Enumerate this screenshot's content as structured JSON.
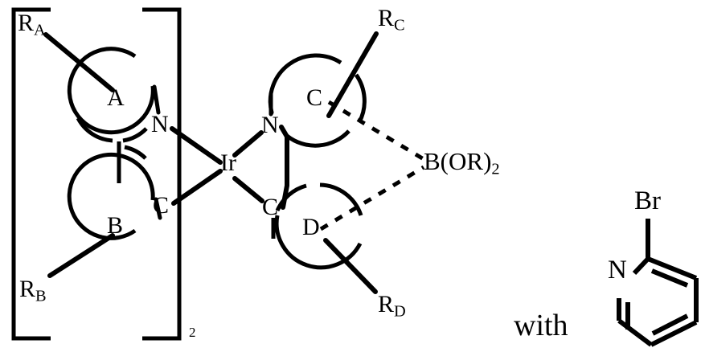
{
  "figure": {
    "type": "chemical-structure-diagram",
    "description": "Bis-cyclometalated iridium complex bracket formula with bidentate boronate-bearing ligand, plus 2-bromopyridine reagent",
    "line_color": "#000000",
    "background_color": "#ffffff"
  },
  "complex": {
    "bracket_subscript": "2",
    "metal": "Ir",
    "left_ligand": {
      "donor_top": "N",
      "donor_bottom": "C",
      "ring_top_letter": "A",
      "ring_bottom_letter": "B",
      "substituent_top": "R",
      "substituent_top_sub": "A",
      "substituent_bottom": "R",
      "substituent_bottom_sub": "B"
    },
    "right_ligand": {
      "donor_top": "N",
      "donor_bottom": "C",
      "ring_top_letter": "C",
      "ring_bottom_letter": "D",
      "substituent_top": "R",
      "substituent_top_sub": "C",
      "substituent_bottom": "R",
      "substituent_bottom_sub": "D"
    },
    "boronate": {
      "formula": "B(OR)",
      "subscript": "2"
    }
  },
  "reagent": {
    "conjunction": "with",
    "name_parts": {
      "halogen": "Br",
      "heteroatom": "N"
    }
  }
}
